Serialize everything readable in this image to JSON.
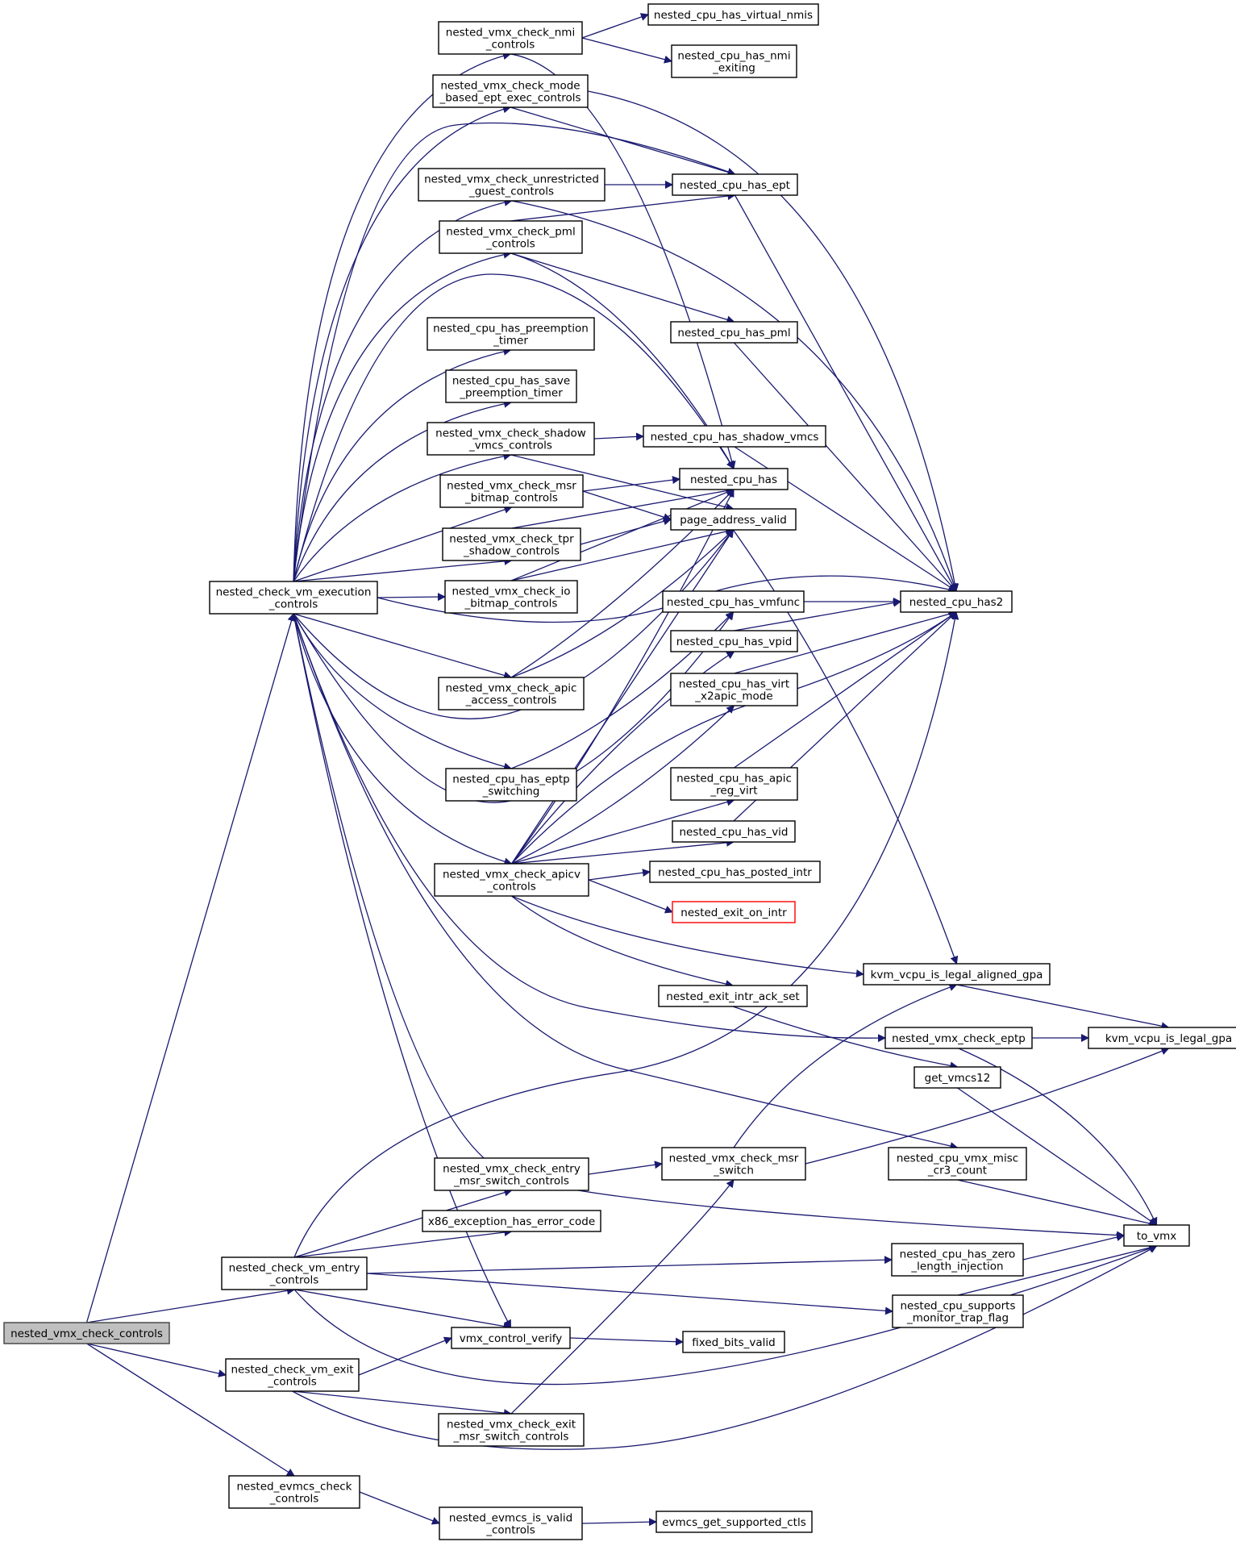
{
  "colors": {
    "edge": "#191970",
    "node_border": "#000000",
    "root_fill": "#bfbfbf",
    "highlight_border": "#ff0000"
  },
  "nodes": [
    {
      "id": "root",
      "lines": [
        "nested_vmx_check_controls"
      ]
    },
    {
      "id": "exec",
      "lines": [
        "nested_check_vm_execution",
        "_controls"
      ]
    },
    {
      "id": "entry",
      "lines": [
        "nested_check_vm_entry",
        "_controls"
      ]
    },
    {
      "id": "exit",
      "lines": [
        "nested_check_vm_exit",
        "_controls"
      ]
    },
    {
      "id": "evmcs",
      "lines": [
        "nested_evmcs_check",
        "_controls"
      ]
    },
    {
      "id": "nmi",
      "lines": [
        "nested_vmx_check_nmi",
        "_controls"
      ]
    },
    {
      "id": "mode",
      "lines": [
        "nested_vmx_check_mode",
        "_based_ept_exec_controls"
      ]
    },
    {
      "id": "unres",
      "lines": [
        "nested_vmx_check_unrestricted",
        "_guest_controls"
      ]
    },
    {
      "id": "pml",
      "lines": [
        "nested_vmx_check_pml",
        "_controls"
      ]
    },
    {
      "id": "preempt",
      "lines": [
        "nested_cpu_has_preemption",
        "_timer"
      ]
    },
    {
      "id": "savepre",
      "lines": [
        "nested_cpu_has_save",
        "_preemption_timer"
      ]
    },
    {
      "id": "shadowc",
      "lines": [
        "nested_vmx_check_shadow",
        "_vmcs_controls"
      ]
    },
    {
      "id": "msrbmp",
      "lines": [
        "nested_vmx_check_msr",
        "_bitmap_controls"
      ]
    },
    {
      "id": "tpr",
      "lines": [
        "nested_vmx_check_tpr",
        "_shadow_controls"
      ]
    },
    {
      "id": "iobmp",
      "lines": [
        "nested_vmx_check_io",
        "_bitmap_controls"
      ]
    },
    {
      "id": "apicacc",
      "lines": [
        "nested_vmx_check_apic",
        "_access_controls"
      ]
    },
    {
      "id": "eptpsw",
      "lines": [
        "nested_cpu_has_eptp",
        "_switching"
      ]
    },
    {
      "id": "apicv",
      "lines": [
        "nested_vmx_check_apicv",
        "_controls"
      ]
    },
    {
      "id": "entrymsr",
      "lines": [
        "nested_vmx_check_entry",
        "_msr_switch_controls"
      ]
    },
    {
      "id": "x86exc",
      "lines": [
        "x86_exception_has_error_code"
      ]
    },
    {
      "id": "vmxcv",
      "lines": [
        "vmx_control_verify"
      ]
    },
    {
      "id": "exitmsr",
      "lines": [
        "nested_vmx_check_exit",
        "_msr_switch_controls"
      ]
    },
    {
      "id": "evvalid",
      "lines": [
        "nested_evmcs_is_valid",
        "_controls"
      ]
    },
    {
      "id": "vnmis",
      "lines": [
        "nested_cpu_has_virtual_nmis"
      ]
    },
    {
      "id": "nmiexit",
      "lines": [
        "nested_cpu_has_nmi",
        "_exiting"
      ]
    },
    {
      "id": "hasept",
      "lines": [
        "nested_cpu_has_ept"
      ]
    },
    {
      "id": "haspml",
      "lines": [
        "nested_cpu_has_pml"
      ]
    },
    {
      "id": "hasshadow",
      "lines": [
        "nested_cpu_has_shadow_vmcs"
      ]
    },
    {
      "id": "has",
      "lines": [
        "nested_cpu_has"
      ]
    },
    {
      "id": "pav",
      "lines": [
        "page_address_valid"
      ]
    },
    {
      "id": "vmfunc",
      "lines": [
        "nested_cpu_has_vmfunc"
      ]
    },
    {
      "id": "vpid",
      "lines": [
        "nested_cpu_has_vpid"
      ]
    },
    {
      "id": "x2apic",
      "lines": [
        "nested_cpu_has_virt",
        "_x2apic_mode"
      ]
    },
    {
      "id": "apicreg",
      "lines": [
        "nested_cpu_has_apic",
        "_reg_virt"
      ]
    },
    {
      "id": "vid",
      "lines": [
        "nested_cpu_has_vid"
      ]
    },
    {
      "id": "posted",
      "lines": [
        "nested_cpu_has_posted_intr"
      ]
    },
    {
      "id": "exitintr",
      "lines": [
        "nested_exit_on_intr"
      ]
    },
    {
      "id": "exitack",
      "lines": [
        "nested_exit_intr_ack_set"
      ]
    },
    {
      "id": "msrsw",
      "lines": [
        "nested_vmx_check_msr",
        "_switch"
      ]
    },
    {
      "id": "fbv",
      "lines": [
        "fixed_bits_valid"
      ]
    },
    {
      "id": "evsup",
      "lines": [
        "evmcs_get_supported_ctls"
      ]
    },
    {
      "id": "has2",
      "lines": [
        "nested_cpu_has2"
      ]
    },
    {
      "id": "legalal",
      "lines": [
        "kvm_vcpu_is_legal_aligned_gpa"
      ]
    },
    {
      "id": "eptp",
      "lines": [
        "nested_vmx_check_eptp"
      ]
    },
    {
      "id": "getvmcs",
      "lines": [
        "get_vmcs12"
      ]
    },
    {
      "id": "misccr3",
      "lines": [
        "nested_cpu_vmx_misc",
        "_cr3_count"
      ]
    },
    {
      "id": "zerolen",
      "lines": [
        "nested_cpu_has_zero",
        "_length_injection"
      ]
    },
    {
      "id": "mtf",
      "lines": [
        "nested_cpu_supports",
        "_monitor_trap_flag"
      ]
    },
    {
      "id": "legal",
      "lines": [
        "kvm_vcpu_is_legal_gpa"
      ]
    },
    {
      "id": "tovmx",
      "lines": [
        "to_vmx"
      ]
    }
  ]
}
